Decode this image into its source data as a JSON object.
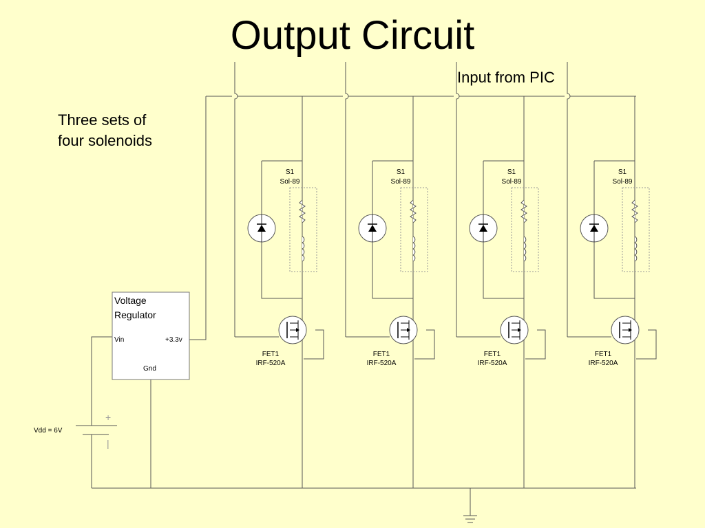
{
  "title": "Output Circuit",
  "input_label": "Input from PIC",
  "description": [
    "Three sets of",
    "four solenoids"
  ],
  "regulator": {
    "title": [
      "Voltage",
      "Regulator"
    ],
    "vin": "Vin",
    "vout": "+3.3v",
    "gnd": "Gnd"
  },
  "battery": {
    "label": "Vdd = 6V",
    "plus": "+",
    "minus": "|"
  },
  "stages": [
    {
      "sol_ref": "S1",
      "sol_part": "Sol-89",
      "fet_ref": "FET1",
      "fet_part": "IRF-520A"
    },
    {
      "sol_ref": "S1",
      "sol_part": "Sol-89",
      "fet_ref": "FET1",
      "fet_part": "IRF-520A"
    },
    {
      "sol_ref": "S1",
      "sol_part": "Sol-89",
      "fet_ref": "FET1",
      "fet_part": "IRF-520A"
    },
    {
      "sol_ref": "S1",
      "sol_part": "Sol-89",
      "fet_ref": "FET1",
      "fet_part": "IRF-520A"
    }
  ],
  "colors": {
    "background": "#ffffcc",
    "wire": "#555555",
    "dashed_box": "#999999"
  }
}
